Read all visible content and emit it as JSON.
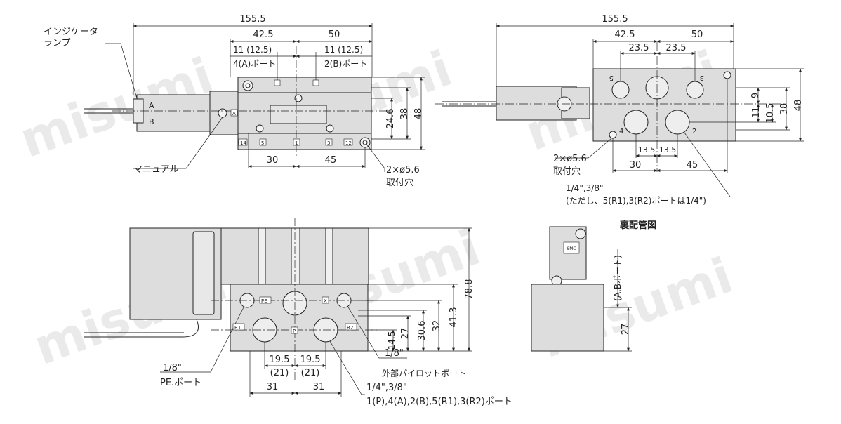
{
  "watermark": "misumi",
  "top_left": {
    "dim_total": "155.5",
    "dim_left": "42.5",
    "dim_right": "50",
    "dim_port_left": "11 (12.5)",
    "dim_port_right": "11 (12.5)",
    "port_label_4a": "4(A)ポート",
    "port_label_2b": "2(B)ポート",
    "label_lamp_l1": "インジケータ",
    "label_lamp_l2": "ランプ",
    "letter_a": "A",
    "letter_b": "B",
    "label_manual": "マニュアル",
    "dim_24_6": "24.6",
    "dim_38": "38",
    "dim_48": "48",
    "dim_30": "30",
    "dim_45": "45",
    "mount_l1": "2×ø5.6",
    "mount_l2": "取付穴",
    "marks": [
      "14",
      "5",
      "1",
      "3",
      "12"
    ],
    "port_a_mark": "A"
  },
  "top_right": {
    "dim_total": "155.5",
    "dim_left": "42.5",
    "dim_right": "50",
    "dim_23_5_a": "23.5",
    "dim_23_5_b": "23.5",
    "dim_11": "11",
    "dim_9": "9",
    "dim_10_5": "10.5",
    "dim_38": "38",
    "dim_48": "48",
    "dim_13_5_a": "13.5",
    "dim_13_5_b": "13.5",
    "dim_30": "30",
    "dim_45": "45",
    "mount_l1": "2×ø5.6",
    "mount_l2": "取付穴",
    "port_size": "1/4\",3/8\"",
    "port_note": "(ただし、5(R1),3(R2)ポートは1/4\")",
    "num_5": "5",
    "num_3": "3",
    "num_4": "4",
    "num_2": "2"
  },
  "bottom_left": {
    "dim_78_8": "78.8",
    "dim_41_3": "41.3",
    "dim_32": "32",
    "dim_30_6": "30.6",
    "dim_27": "27",
    "dim_14_5": "14.5",
    "dim_19_5_a": "19.5",
    "dim_19_5_b": "19.5",
    "dim_21_a": "(21)",
    "dim_21_b": "(21)",
    "dim_31_a": "31",
    "dim_31_b": "31",
    "pe_size": "1/8\"",
    "pe_label": "PE.ポート",
    "pilot_size": "1/8\"",
    "pilot_label": "外部パイロットポート",
    "main_size": "1/4\",3/8\"",
    "main_label": "1(P),4(A),2(B),5(R1),3(R2)ポート",
    "mark_pe": "PE",
    "mark_x": "X",
    "mark_r1": "R1",
    "mark_r2": "R2",
    "mark_p": "P"
  },
  "bottom_right": {
    "title": "裏配管図",
    "port_label": "(A,Bポート)",
    "dim_27": "27",
    "badge": "SMC"
  }
}
